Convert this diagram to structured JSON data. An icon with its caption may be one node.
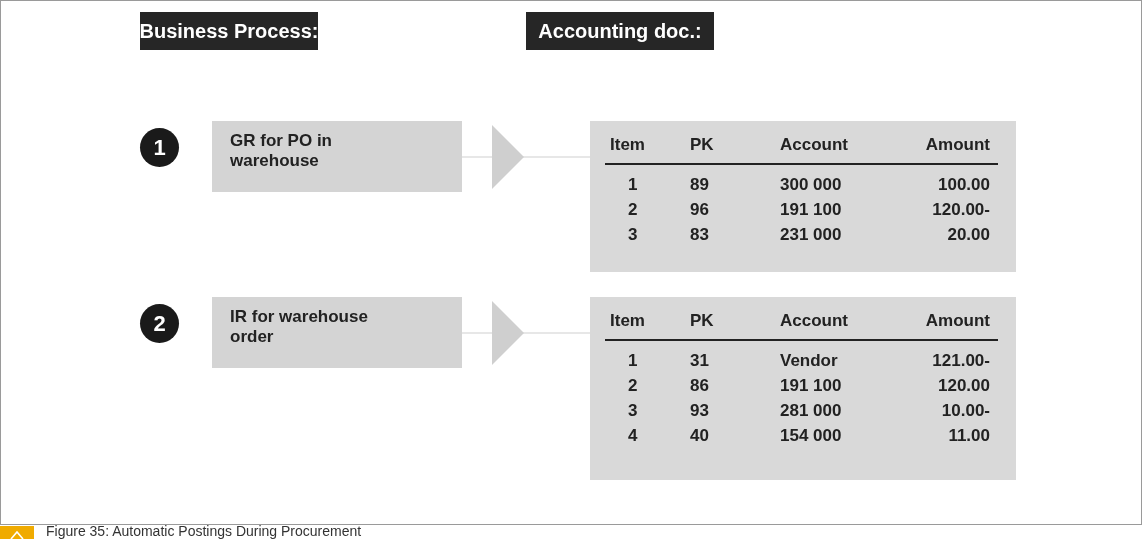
{
  "diagram": {
    "caption": "Figure 35: Automatic Postings During Procurement",
    "nodes": [
      {
        "text": [
          "Business Process:"
        ]
      },
      {
        "text": [
          "Accounting doc.:"
        ]
      },
      {
        "text": [
          "1"
        ]
      },
      {
        "text": [
          "GR for PO in warehouse"
        ]
      },
      {
        "text": [],
        "shape": "box"
      },
      {
        "text": [
          "2"
        ]
      },
      {
        "text": [
          "IR for warehouse order"
        ]
      },
      {
        "text": [],
        "shape": "box"
      }
    ],
    "edges": [
      {
        "from": 3,
        "to": 4,
        "arrow": "to"
      },
      {
        "from": 6,
        "to": 7,
        "arrow": "to"
      }
    ],
    "labels": [
      "Item",
      "PK",
      "Account",
      "Amount",
      "1",
      "89",
      "300 000",
      "100.00",
      "2",
      "96",
      "191 100",
      "120.00-",
      "3",
      "83",
      "231 000",
      "20.00",
      "Item",
      "PK",
      "Account",
      "Amount",
      "1",
      "31",
      "Vendor",
      "121.00-",
      "2",
      "86",
      "191 100",
      "120.00",
      "3",
      "93",
      "281 000",
      "10.00-",
      "4",
      "40",
      "154 000",
      "11.00"
    ]
  }
}
